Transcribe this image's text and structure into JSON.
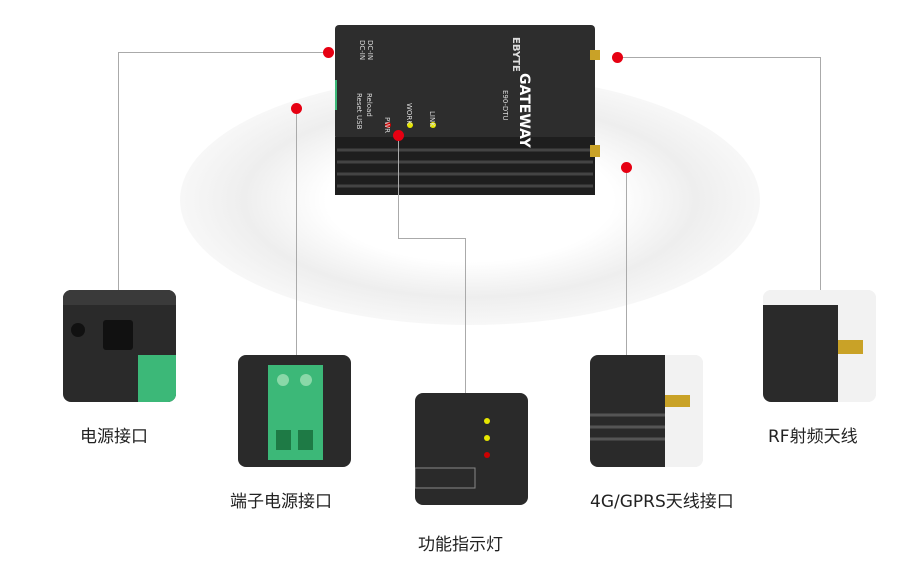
{
  "device": {
    "brand": "EBYTE",
    "product": "GATEWAY",
    "model": "E90-DTU",
    "leds": [
      "PWR",
      "WORK",
      "LINK"
    ],
    "buttons": [
      "Reset",
      "USB",
      "Reload"
    ],
    "power_labels": [
      "DC-IN",
      "DC-IN"
    ]
  },
  "callouts": [
    {
      "label": "电源接口"
    },
    {
      "label": "端子电源接口"
    },
    {
      "label": "功能指示灯"
    },
    {
      "label": "4G/GPRS天线接口"
    },
    {
      "label": "RF射频天线"
    }
  ],
  "colors": {
    "marker": "#e60012",
    "device": "#2b2b2b",
    "terminal": "#3cb878",
    "led_yellow": "#e6e600",
    "led_red": "#cc0000",
    "antenna": "#c9a227"
  }
}
